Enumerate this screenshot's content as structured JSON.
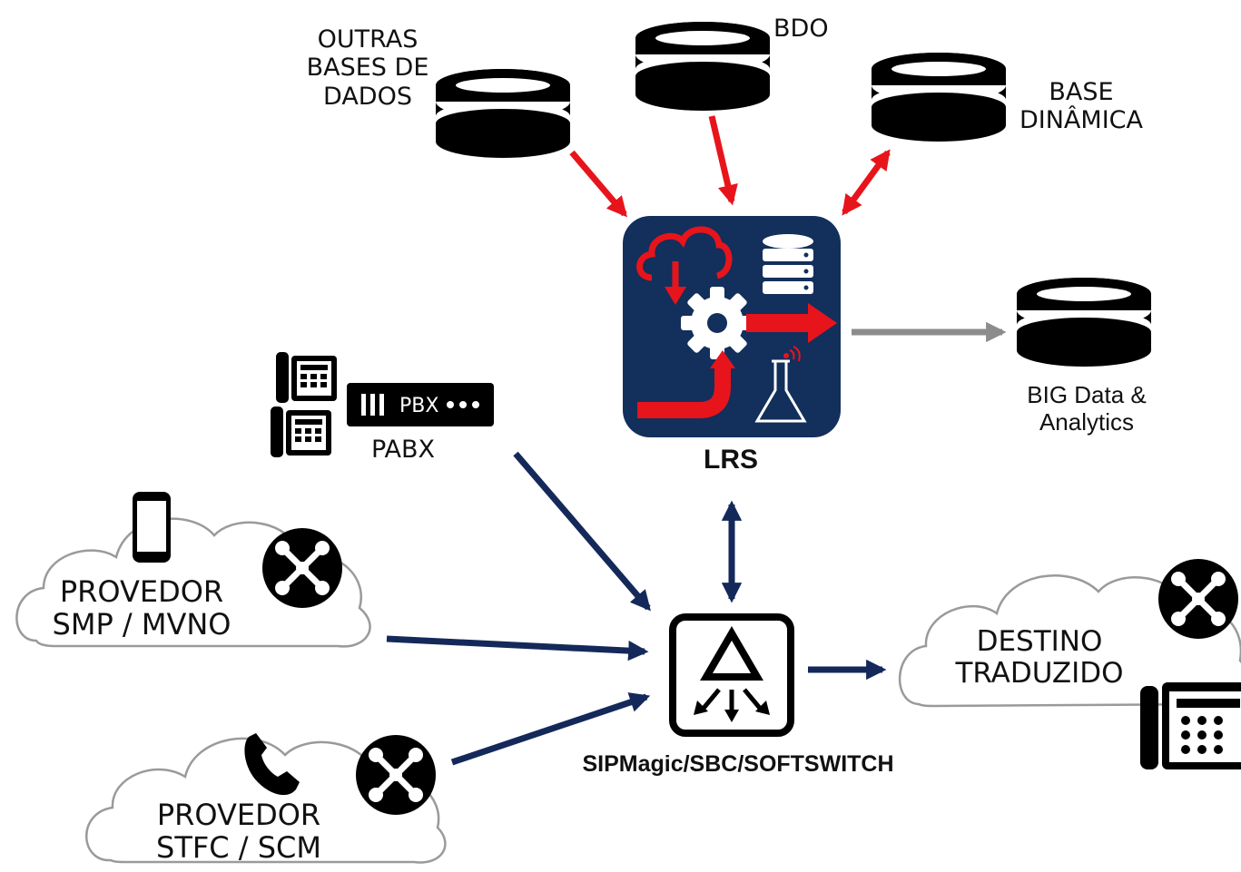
{
  "nodes": {
    "outras_bases": {
      "lines": [
        "OUTRAS",
        "BASES DE",
        "DADOS"
      ]
    },
    "bdo": {
      "label": "BDO"
    },
    "base_dinamica": {
      "lines": [
        "BASE",
        "DINÂMICA"
      ]
    },
    "big_data": {
      "lines": [
        "BIG Data &",
        "Analytics"
      ]
    },
    "lrs": {
      "label": "LRS"
    },
    "pabx": {
      "label": "PABX",
      "device_text": "PBX"
    },
    "provedor_smp": {
      "lines": [
        "PROVEDOR",
        "SMP / MVNO"
      ]
    },
    "provedor_stfc": {
      "lines": [
        "PROVEDOR",
        "STFC / SCM"
      ]
    },
    "sipmagic": {
      "label": "SIPMagic/SBC/SOFTSWITCH"
    },
    "destino": {
      "lines": [
        "DESTINO",
        "TRADUZIDO"
      ]
    }
  },
  "colors": {
    "database": "#000000",
    "lrs_panel": "#132f5b",
    "red_arrow": "#e8141b",
    "navy_arrow": "#14295a",
    "gray_arrow": "#8c8c8c"
  },
  "icons": [
    "database-icon",
    "router-icon",
    "phone-icon",
    "smartphone-icon",
    "handset-icon",
    "desk-phone-icon",
    "pbx-device-icon",
    "lrs-icon",
    "sbc-icon"
  ]
}
